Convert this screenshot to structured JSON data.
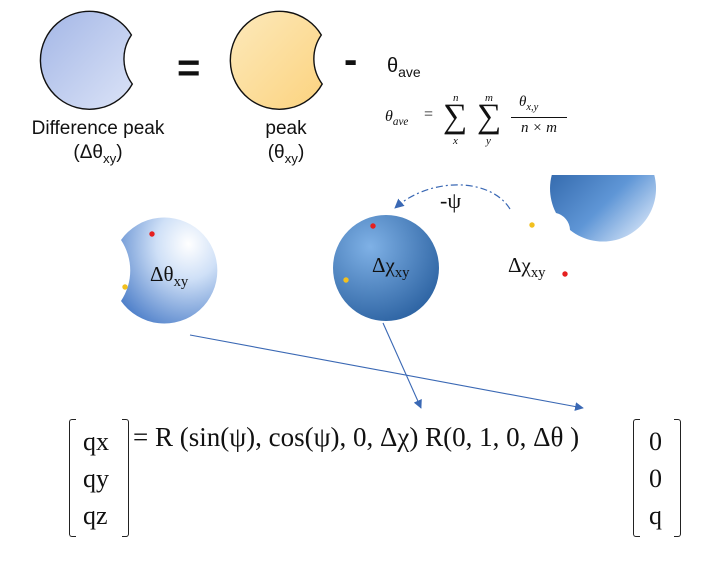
{
  "top": {
    "difference": {
      "label": "Difference peak",
      "symbol": "(Δθ",
      "sub": "xy",
      "close": ")"
    },
    "equals": "=",
    "peak": {
      "label": "peak",
      "symbol": "(θ",
      "sub": "xy",
      "close": ")"
    },
    "minus": "-",
    "theta_ave": {
      "symbol": "θ",
      "sub": "ave"
    },
    "formula": {
      "lhs": "θ",
      "lhs_sub": "ave",
      "eq": "=",
      "sum1_top": "n",
      "sum1_bot": "x",
      "sum2_top": "m",
      "sum2_bot": "y",
      "numerator": "θ",
      "numerator_sub": "x,y",
      "denominator": "n × m"
    }
  },
  "middle": {
    "sphere_left": {
      "symbol": "Δθ",
      "sub": "xy"
    },
    "sphere_mid": {
      "symbol": "Δχ",
      "sub": "xy"
    },
    "sphere_right": {
      "symbol": "Δχ",
      "sub": "xy"
    },
    "rotation": "-ψ"
  },
  "equation": {
    "vector_left": [
      "qx",
      "qy",
      "qz"
    ],
    "text": "= R (sin(ψ), cos(ψ), 0,  Δχ) R(0, 1, 0, Δθ )",
    "vector_right": [
      "0",
      "0",
      "q"
    ]
  },
  "colors": {
    "disk_blue": "#b4c4ea",
    "disk_yellow": "#fde0a0",
    "sphere_blue_dark": "#3a6fb8",
    "sphere_blue_light": "#cfe0f6",
    "arrow": "#3a68b4",
    "dot_red": "#e52020",
    "dot_yellow": "#f2c01e"
  }
}
